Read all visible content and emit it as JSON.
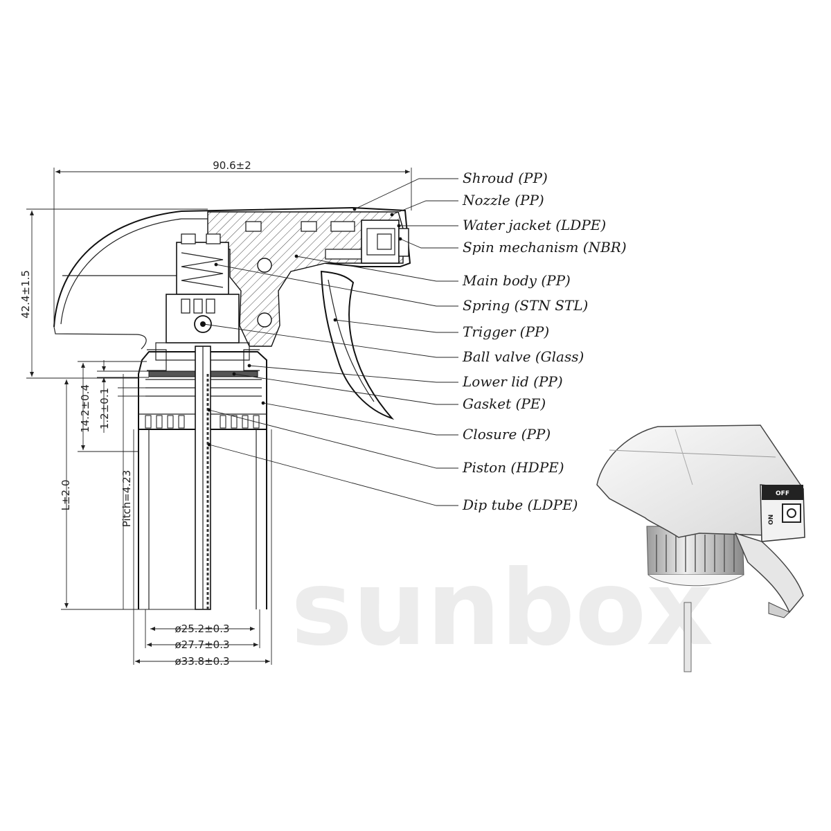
{
  "dimensions": {
    "overall_width": "90.6±2",
    "height": "42.4±1.5",
    "neck_height": "14.2±0.4",
    "gasket_thickness": "1.2±0.1",
    "tube_length": "L±2.0",
    "pitch": "Pitch=4.23",
    "inner_diameter": "ø25.2±0.3",
    "thread_diameter": "ø27.7±0.3",
    "outer_diameter": "ø33.8±0.3"
  },
  "callouts": [
    {
      "label": "Shroud (PP)"
    },
    {
      "label": "Nozzle (PP)"
    },
    {
      "label": "Water jacket (LDPE)"
    },
    {
      "label": "Spin mechanism (NBR)"
    },
    {
      "label": "Main body (PP)"
    },
    {
      "label": "Spring (STN STL)"
    },
    {
      "label": "Trigger (PP)"
    },
    {
      "label": "Ball valve (Glass)"
    },
    {
      "label": "Lower lid (PP)"
    },
    {
      "label": "Gasket (PE)"
    },
    {
      "label": "Closure (PP)"
    },
    {
      "label": "Piston (HDPE)"
    },
    {
      "label": "Dip tube (LDPE)"
    }
  ],
  "product_view": {
    "nozzle_marking": "OFF",
    "nozzle_marking_side": "ON"
  },
  "watermark": {
    "text": "sunbox"
  }
}
